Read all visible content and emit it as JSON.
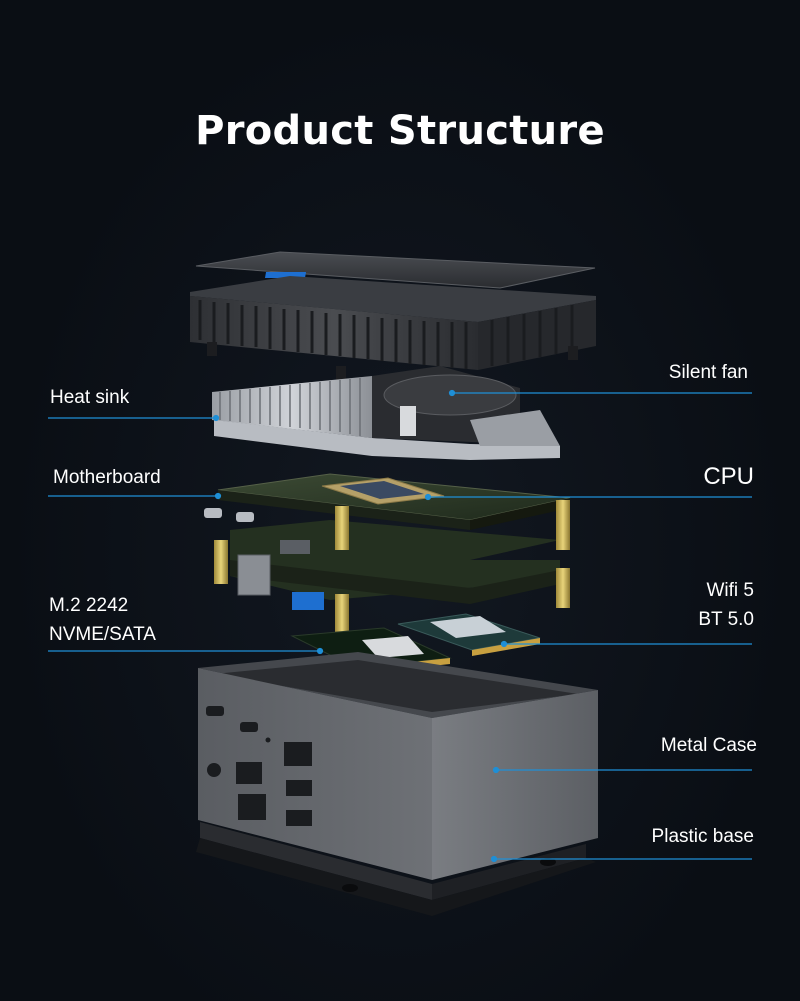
{
  "title": "Product Structure",
  "labels": {
    "heat_sink": "Heat sink",
    "motherboard": "Motherboard",
    "m2_line1": "M.2 2242",
    "m2_line2": "NVME/SATA",
    "silent_fan": "Silent fan",
    "cpu": "CPU",
    "wifi_line1": "Wifi 5",
    "wifi_line2": "BT 5.0",
    "metal_case": "Metal Case",
    "plastic_base": "Plastic base"
  },
  "colors": {
    "background": "#0a0e14",
    "leader_line": "#1f8fd6",
    "text": "#ffffff"
  }
}
